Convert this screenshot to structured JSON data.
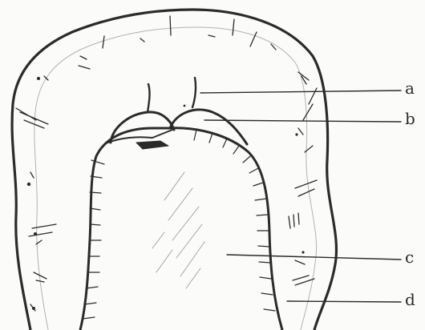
{
  "labels": {
    "a": "a",
    "b": "b",
    "c": "c",
    "d": "d"
  },
  "colors": {
    "ink": "#2b2b2b",
    "paper": "#fbfbf9"
  }
}
